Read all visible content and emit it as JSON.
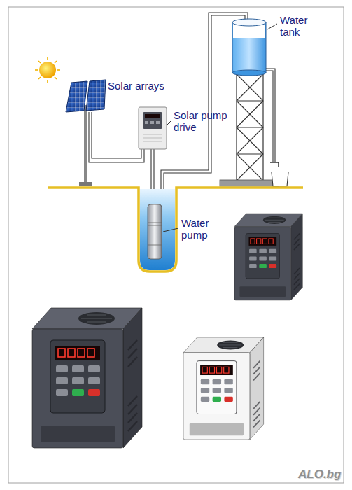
{
  "diagram": {
    "labels": [
      "Solar arrays",
      "Solar pump drive",
      "Water tank",
      "Water pump",
      "ALO.bg"
    ]
  }
}
